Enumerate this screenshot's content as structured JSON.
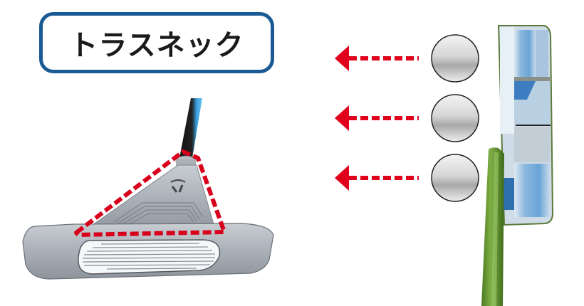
{
  "title": {
    "label": "トラスネック"
  },
  "colors": {
    "title_border": "#1a5a94",
    "arrow": "#e0001b",
    "highlight_dash": "#d8001a",
    "shaft_green": "#5a8a2a",
    "face_blue": "#6fa8d8"
  },
  "balls": [
    {
      "label": "ball-top"
    },
    {
      "label": "ball-middle"
    },
    {
      "label": "ball-bottom"
    }
  ],
  "arrows": [
    {
      "direction": "left"
    },
    {
      "direction": "left"
    },
    {
      "direction": "left"
    }
  ]
}
